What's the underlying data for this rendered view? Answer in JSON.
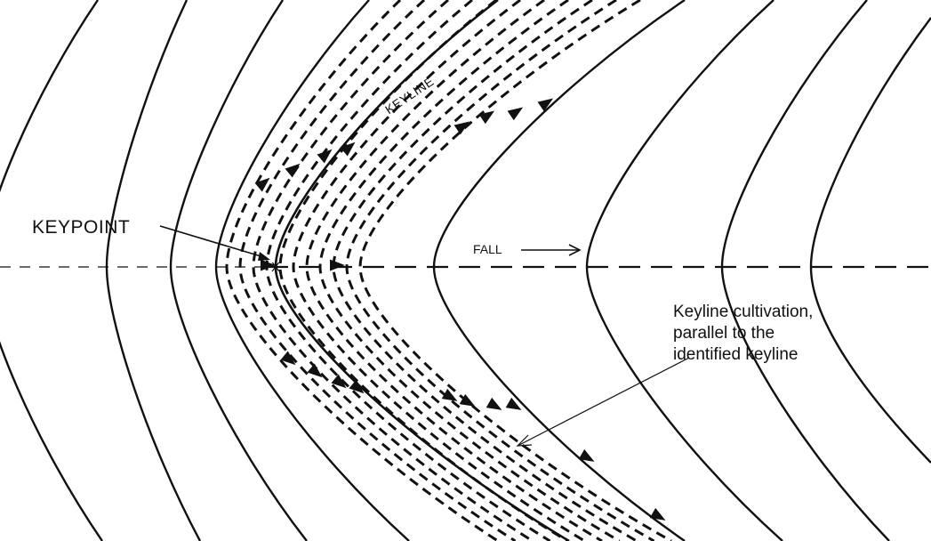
{
  "labels": {
    "keypoint": "KEYPOINT",
    "keyline": "KEYLINE",
    "fall": "FALL",
    "cultivation_line1": "Keyline cultivation,",
    "cultivation_line2": "parallel to the",
    "cultivation_line3": "identified keyline",
    "keypoint_marker": "X"
  },
  "colors": {
    "ink": "#111111",
    "background": "#ffffff"
  }
}
